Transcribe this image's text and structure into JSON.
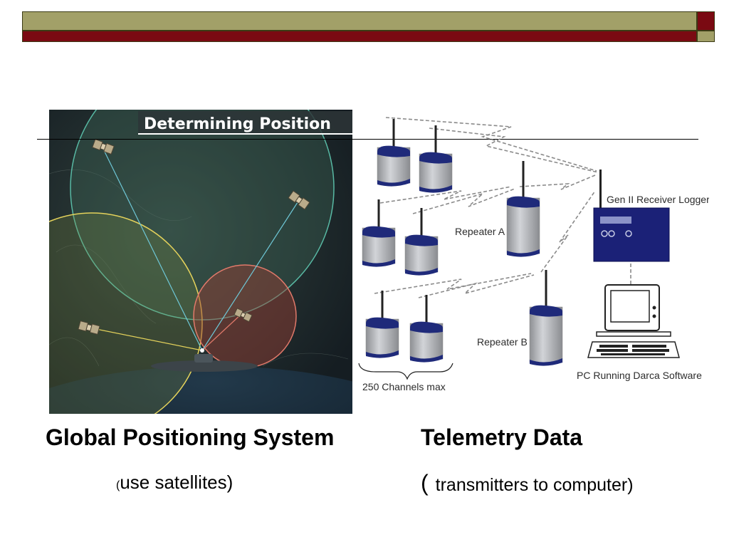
{
  "slide": {
    "colors": {
      "olive": "#a2a068",
      "maroon": "#7a0a12",
      "dark_panel": "#1c2a2e"
    },
    "gps": {
      "image_title": "Determining Position",
      "caption": "Global Positioning System",
      "sub_open": "(",
      "sub_text": "use satellites)"
    },
    "telemetry": {
      "caption": "Telemetry Data",
      "sub_open": "(",
      "sub_text": "transmitters to computer)",
      "diagram": {
        "receiver_label": "Gen II Receiver Logger",
        "repeater_a_label": "Repeater A",
        "repeater_b_label": "Repeater B",
        "channels_label": "250 Channels max",
        "pc_label": "PC Running Darca Software"
      }
    }
  }
}
